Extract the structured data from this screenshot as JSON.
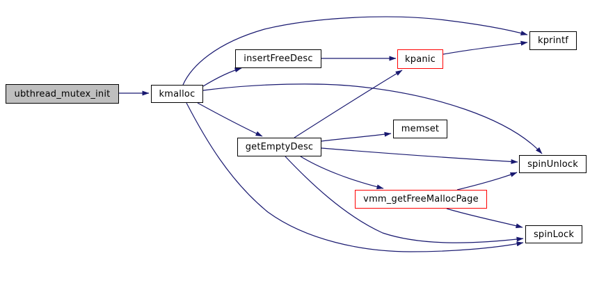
{
  "diagram": {
    "kind": "call-graph",
    "background": "#ffffff",
    "edge_color": "#191970",
    "node_border_color": "#000000",
    "truncated_border_color": "#ff0000",
    "root_fill": "#bfbfbf",
    "node_fill": "#ffffff",
    "text_color": "#000000",
    "nodes": [
      {
        "id": "ubthread_mutex_init",
        "label": "ubthread_mutex_init",
        "role": "root"
      },
      {
        "id": "kmalloc",
        "label": "kmalloc",
        "role": "normal"
      },
      {
        "id": "insertFreeDesc",
        "label": "insertFreeDesc",
        "role": "normal"
      },
      {
        "id": "kpanic",
        "label": "kpanic",
        "role": "truncated"
      },
      {
        "id": "kprintf",
        "label": "kprintf",
        "role": "normal"
      },
      {
        "id": "memset",
        "label": "memset",
        "role": "normal"
      },
      {
        "id": "getEmptyDesc",
        "label": "getEmptyDesc",
        "role": "normal"
      },
      {
        "id": "spinUnlock",
        "label": "spinUnlock",
        "role": "normal"
      },
      {
        "id": "vmm_getFreeMallocPage",
        "label": "vmm_getFreeMallocPage",
        "role": "truncated"
      },
      {
        "id": "spinLock",
        "label": "spinLock",
        "role": "normal"
      }
    ],
    "edges": [
      {
        "from": "ubthread_mutex_init",
        "to": "kmalloc"
      },
      {
        "from": "kmalloc",
        "to": "insertFreeDesc"
      },
      {
        "from": "kmalloc",
        "to": "kprintf"
      },
      {
        "from": "kmalloc",
        "to": "getEmptyDesc"
      },
      {
        "from": "kmalloc",
        "to": "spinUnlock"
      },
      {
        "from": "kmalloc",
        "to": "spinLock"
      },
      {
        "from": "insertFreeDesc",
        "to": "kpanic"
      },
      {
        "from": "kpanic",
        "to": "kprintf"
      },
      {
        "from": "getEmptyDesc",
        "to": "kpanic"
      },
      {
        "from": "getEmptyDesc",
        "to": "memset"
      },
      {
        "from": "getEmptyDesc",
        "to": "spinUnlock"
      },
      {
        "from": "getEmptyDesc",
        "to": "vmm_getFreeMallocPage"
      },
      {
        "from": "getEmptyDesc",
        "to": "spinLock"
      },
      {
        "from": "vmm_getFreeMallocPage",
        "to": "spinUnlock"
      },
      {
        "from": "vmm_getFreeMallocPage",
        "to": "spinLock"
      }
    ]
  }
}
